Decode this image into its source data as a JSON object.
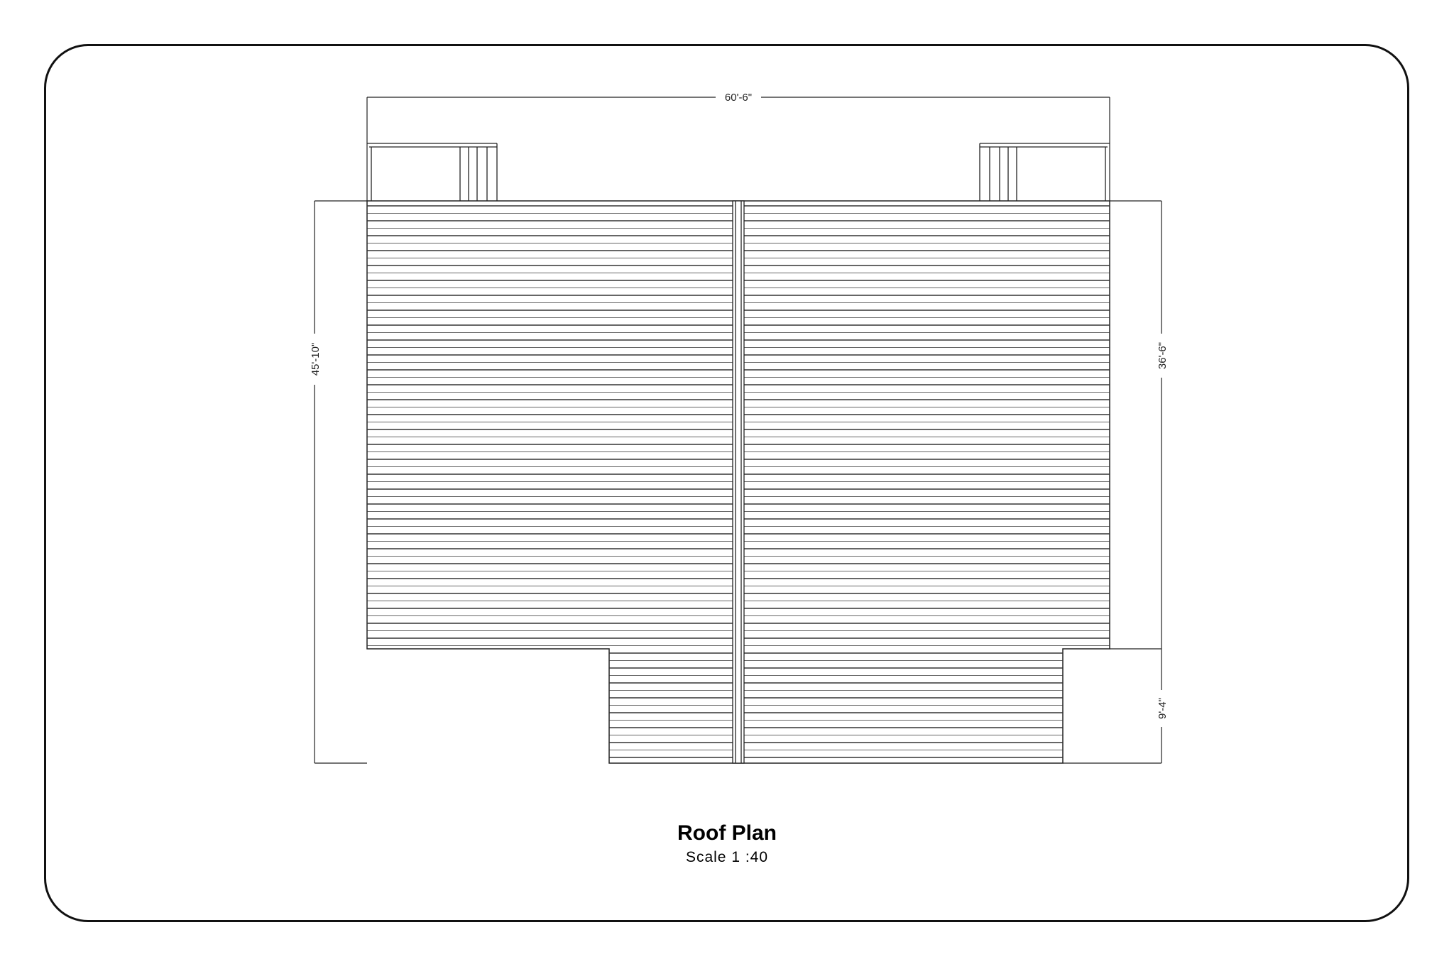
{
  "title": "Roof Plan",
  "scale": "Scale 1 :40",
  "dimensions": {
    "overall_width": "60'-6\"",
    "left_height": "45'-10\"",
    "right_upper": "36'-6\"",
    "right_lower": "9'-4\""
  },
  "colors": {
    "line": "#222222",
    "frame": "#111111",
    "background": "#ffffff"
  }
}
